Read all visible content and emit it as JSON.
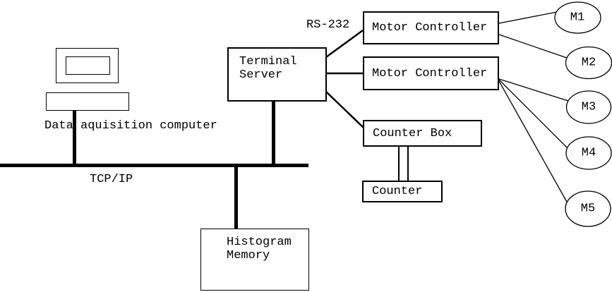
{
  "labels": {
    "data_acquisition": "Data aquisition computer",
    "network_protocol": "TCP/IP",
    "serial_link": "RS-232"
  },
  "nodes": {
    "terminal_server": "Terminal Server",
    "motor_controller_1": "Motor Controller",
    "motor_controller_2": "Motor Controller",
    "counter_box": "Counter Box",
    "counter": "Counter",
    "histogram_memory": "Histogram Memory"
  },
  "motors": [
    "M1",
    "M2",
    "M3",
    "M4",
    "M5"
  ],
  "colors": {
    "line": "#000000",
    "background": "#ffffff"
  }
}
